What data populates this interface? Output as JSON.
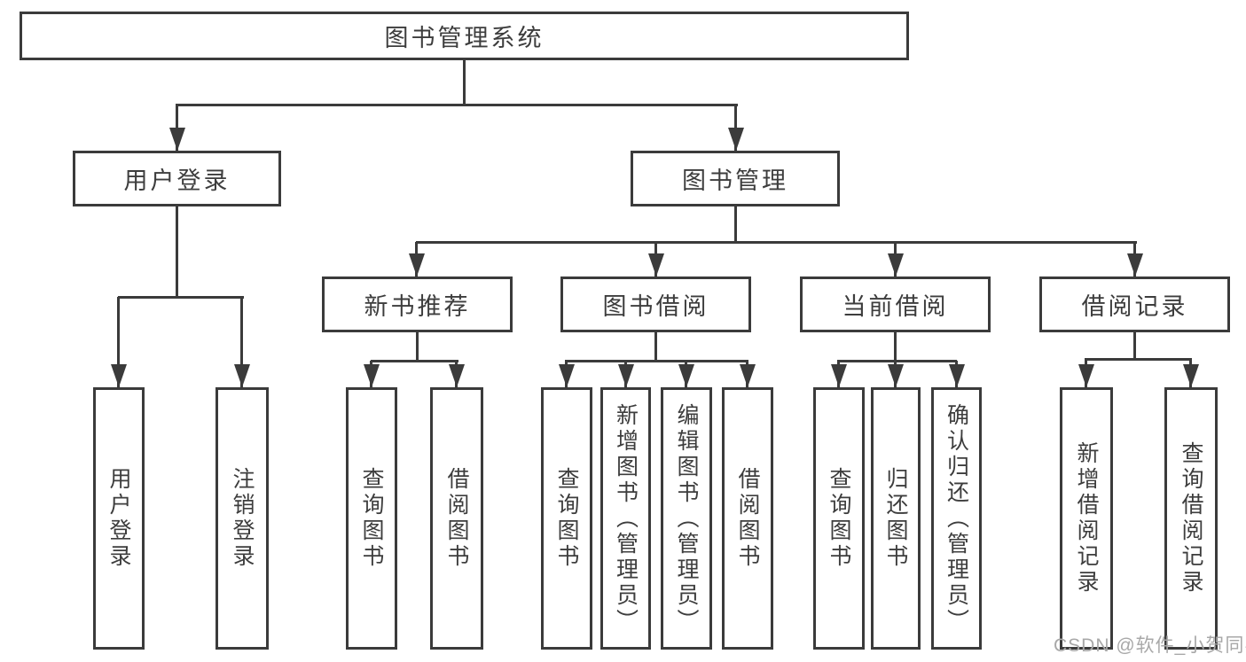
{
  "diagram": {
    "title": "图书管理系统",
    "nodes": {
      "root": "图书管理系统",
      "user_login_group": "用户登录",
      "book_mgmt": "图书管理",
      "new_book_rec": "新书推荐",
      "book_borrow": "图书借阅",
      "current_borrow": "当前借阅",
      "borrow_records": "借阅记录",
      "leaf_user_login": "用户登录",
      "leaf_logout": "注销登录",
      "leaf_query_book_rec": "查询图书",
      "leaf_borrow_book_rec": "借阅图书",
      "leaf_query_book_borrow": "查询图书",
      "leaf_add_book_admin": "新增图书（管理员）",
      "leaf_edit_book_admin": "编辑图书（管理员）",
      "leaf_borrow_book_borrow": "借阅图书",
      "leaf_query_book_current": "查询图书",
      "leaf_return_book": "归还图书",
      "leaf_confirm_return_admin": "确认归还（管理员）",
      "leaf_add_borrow_record": "新增借阅记录",
      "leaf_query_borrow_record": "查询借阅记录"
    },
    "hierarchy": {
      "图书管理系统": {
        "用户登录": [
          "用户登录",
          "注销登录"
        ],
        "图书管理": {
          "新书推荐": [
            "查询图书",
            "借阅图书"
          ],
          "图书借阅": [
            "查询图书",
            "新增图书（管理员）",
            "编辑图书（管理员）",
            "借阅图书"
          ],
          "当前借阅": [
            "查询图书",
            "归还图书",
            "确认归还（管理员）"
          ],
          "借阅记录": [
            "新增借阅记录",
            "查询借阅记录"
          ]
        }
      }
    }
  },
  "watermark": {
    "text": "CSDN @软件_小贺同学"
  },
  "colors": {
    "background": "#ffffff",
    "line": "#3b3b3b",
    "box_border": "#3b3b3b",
    "text": "#3d3d3d",
    "watermark": "#a8a8a8"
  }
}
